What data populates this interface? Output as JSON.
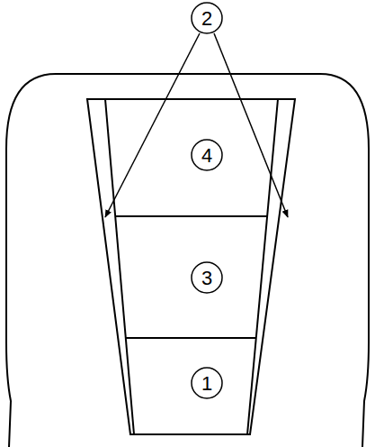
{
  "diagram": {
    "labels": [
      "2",
      "4",
      "3",
      "1"
    ]
  }
}
